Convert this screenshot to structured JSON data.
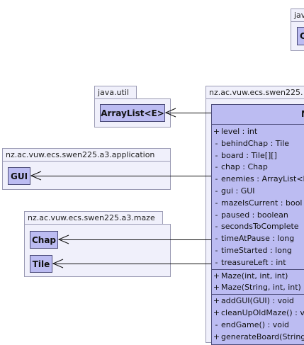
{
  "packages": {
    "top_right_label": "jav",
    "top_right_class": "C",
    "java_util": "java.util",
    "application": "nz.ac.vuw.ecs.swen225.a3.application",
    "maze_pkg": "nz.ac.vuw.ecs.swen225.a3.maze",
    "main_pkg": "nz.ac.vuw.ecs.swen225."
  },
  "classes": {
    "arraylist": "ArrayList<E>",
    "gui": "GUI",
    "chap": "Chap",
    "tile": "Tile",
    "maze_title": "M"
  },
  "maze": {
    "fields": [
      {
        "vis": "+",
        "text": "level : int"
      },
      {
        "vis": "-",
        "text": "behindChap : Tile"
      },
      {
        "vis": "-",
        "text": "board : Tile[][]"
      },
      {
        "vis": "-",
        "text": "chap : Chap"
      },
      {
        "vis": "-",
        "text": "enemies : ArrayList<E"
      },
      {
        "vis": "-",
        "text": "gui : GUI"
      },
      {
        "vis": "-",
        "text": "mazeIsCurrent : bool"
      },
      {
        "vis": "-",
        "text": "paused : boolean"
      },
      {
        "vis": "-",
        "text": "secondsToComplete"
      },
      {
        "vis": "-",
        "text": "timeAtPause : long"
      },
      {
        "vis": "-",
        "text": "timeStarted : long"
      },
      {
        "vis": "-",
        "text": "treasureLeft : int"
      }
    ],
    "constructors": [
      {
        "vis": "+",
        "text": "Maze(int, int, int)"
      },
      {
        "vis": "+",
        "text": "Maze(String, int, int)"
      }
    ],
    "methods": [
      {
        "vis": "+",
        "text": "addGUI(GUI) : void"
      },
      {
        "vis": "+",
        "text": "cleanUpOldMaze() : v"
      },
      {
        "vis": "-",
        "text": "endGame() : void"
      },
      {
        "vis": "+",
        "text": "generateBoard(String"
      }
    ]
  }
}
